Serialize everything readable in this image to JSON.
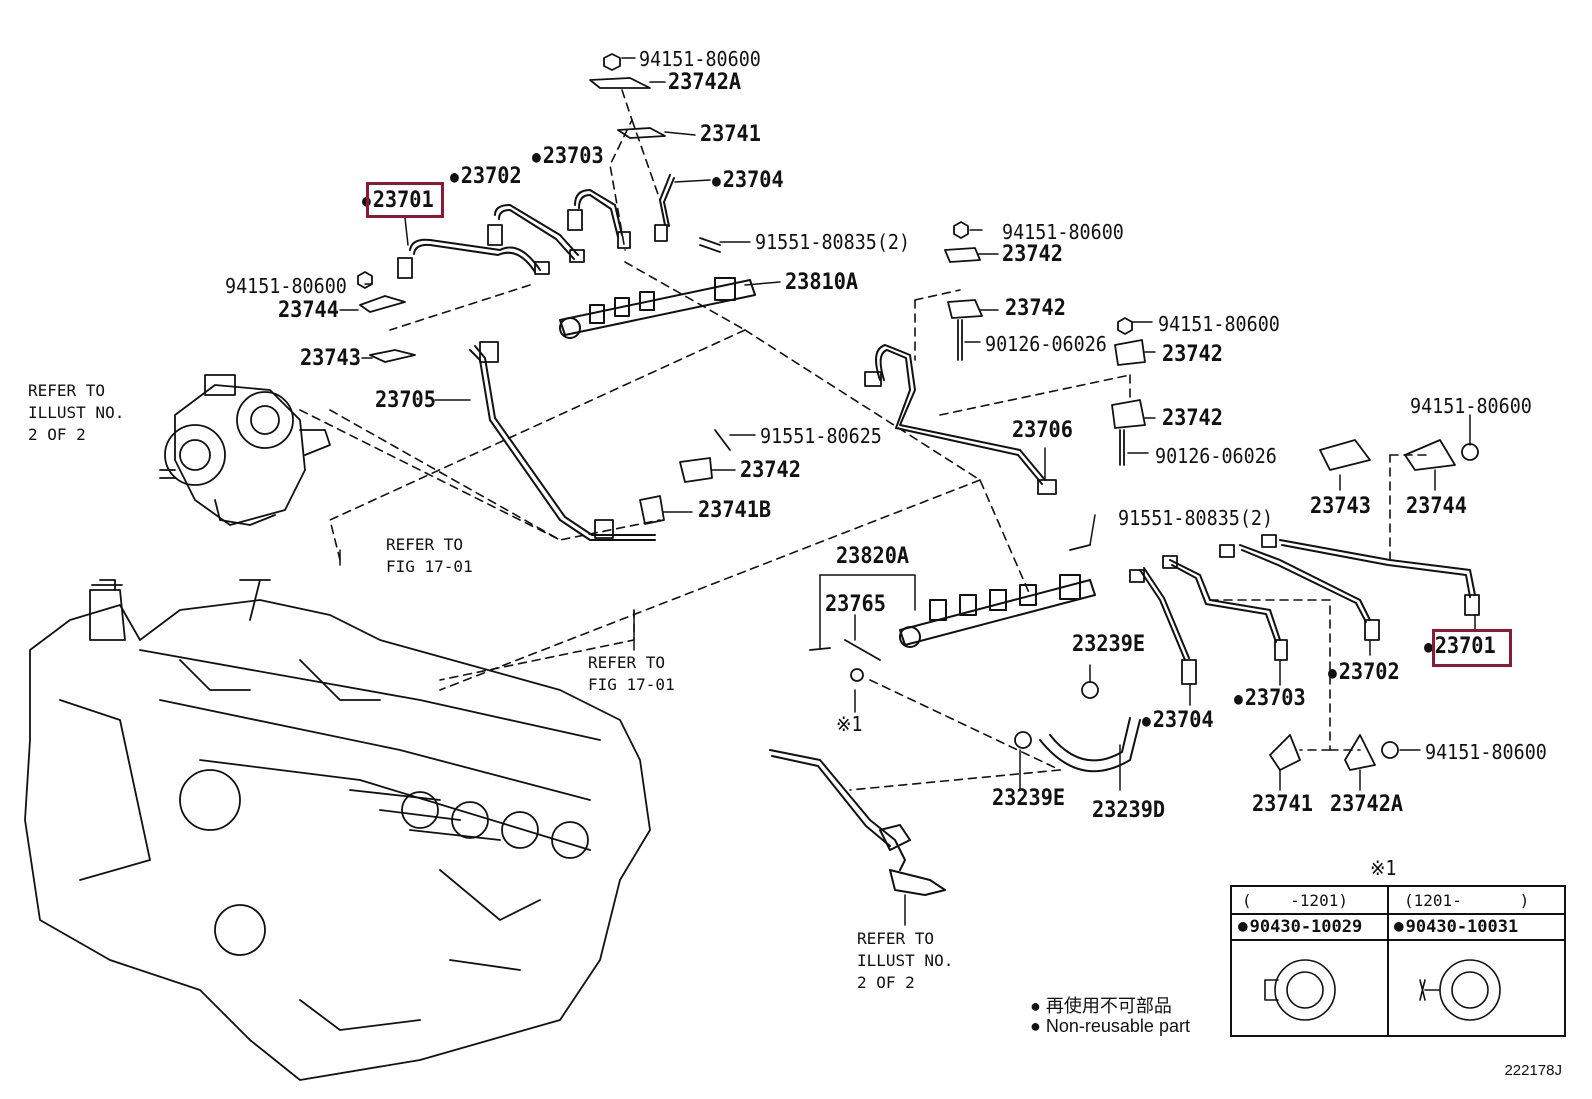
{
  "figure_id": "222178J",
  "parts": {
    "p23701_left": "23701",
    "p23702_left": "23702",
    "p23703_left": "23703",
    "p23704_top": "23704",
    "p23741_top": "23741",
    "p23742A_top": "23742A",
    "p94151_top": "94151-80600",
    "p91551_top": "91551-80835(2)",
    "p23810A": "23810A",
    "p94151_left": "94151-80600",
    "p23744_left": "23744",
    "p23743_left": "23743",
    "p23705": "23705",
    "p91551_mid": "91551-80625",
    "p23742_mid": "23742",
    "p23741B": "23741B",
    "p94151_r1": "94151-80600",
    "p23742_r1": "23742",
    "p23742_r2": "23742",
    "p90126_r1": "90126-06026",
    "p94151_r2": "94151-80600",
    "p23742_r3": "23742",
    "p23742_r4": "23742",
    "p90126_r2": "90126-06026",
    "p23706": "23706",
    "p94151_far": "94151-80600",
    "p23743_right": "23743",
    "p23744_right": "23744",
    "p91551_right": "91551-80835(2)",
    "p23820A": "23820A",
    "p23765": "23765",
    "p23239E_top": "23239E",
    "p23239E_bot": "23239E",
    "p23239D": "23239D",
    "p23704_right": "23704",
    "p23703_right": "23703",
    "p23702_right": "23702",
    "p23701_right": "23701",
    "p23741_right": "23741",
    "p23742A_right": "23742A",
    "p94151_br": "94151-80600",
    "mark1_a": "※1",
    "mark1_b": "※1"
  },
  "refs": {
    "refer_illust_1": "REFER TO\nILLUST NO.\n2 OF 2",
    "refer_fig_1": "REFER TO\nFIG 17-01",
    "refer_fig_2": "REFER TO\nFIG 17-01",
    "refer_illust_2": "REFER TO\nILLUST NO.\n2 OF 2"
  },
  "legend": {
    "jp": "再使用不可部品",
    "en": "Non-reusable part"
  },
  "table": {
    "col1_head": "(    -1201)",
    "col2_head": "(1201-      )",
    "col1_part": "90430-10029",
    "col2_part": "90430-10031"
  }
}
